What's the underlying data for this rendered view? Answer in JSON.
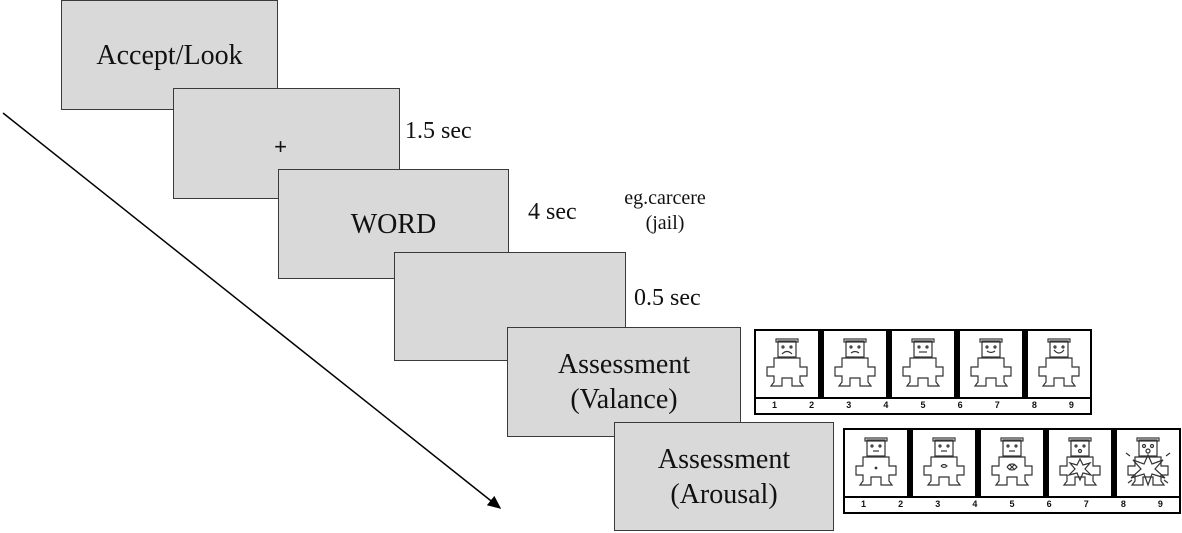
{
  "screens": [
    {
      "id": "accept",
      "text": "Accept/Look"
    },
    {
      "id": "fixation",
      "text": "+"
    },
    {
      "id": "word",
      "text": "WORD"
    },
    {
      "id": "blank",
      "text": ""
    },
    {
      "id": "valence",
      "line1": "Assessment",
      "line2": "(Valance)"
    },
    {
      "id": "arousal",
      "line1": "Assessment",
      "line2": "(Arousal)"
    }
  ],
  "durations": {
    "fixation": "1.5 sec",
    "word": "4 sec",
    "blank": "0.5 sec"
  },
  "example": {
    "word": "eg.carcere",
    "translation": "(jail)"
  },
  "valence_scale": {
    "numbers": [
      "1",
      "2",
      "3",
      "4",
      "5",
      "6",
      "7",
      "8",
      "9"
    ],
    "figures": [
      "very-unhappy",
      "unhappy",
      "neutral",
      "happy",
      "very-happy"
    ]
  },
  "arousal_scale": {
    "numbers": [
      "1",
      "2",
      "3",
      "4",
      "5",
      "6",
      "7",
      "8",
      "9"
    ],
    "figures": [
      "calm",
      "low",
      "medium",
      "high",
      "very-excited"
    ]
  },
  "colors": {
    "box_fill": "#d9d9d9",
    "border": "#3a3a3a",
    "arrow": "#000000"
  }
}
